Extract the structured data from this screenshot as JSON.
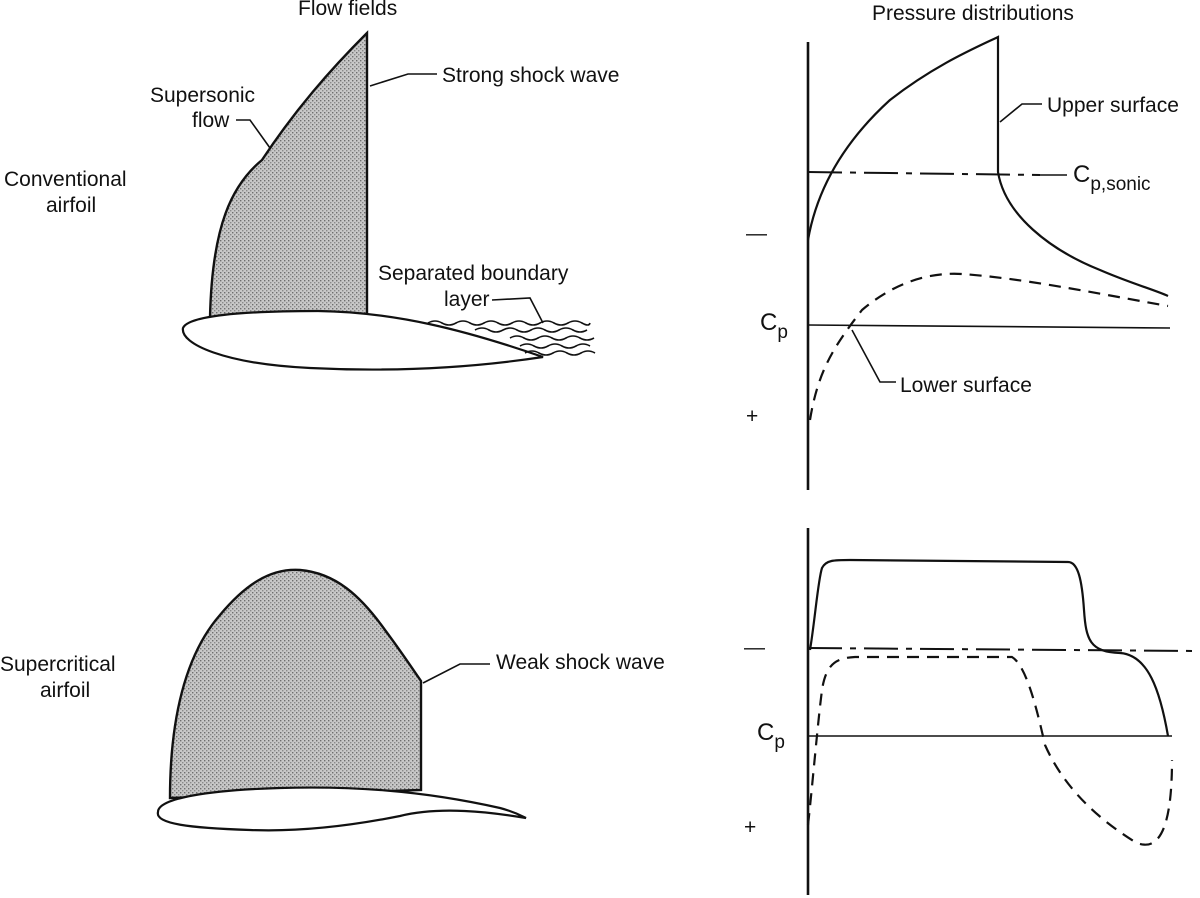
{
  "headers": {
    "flow_fields": "Flow fields",
    "pressure_distributions": "Pressure distributions"
  },
  "conventional": {
    "row_label_line1": "Conventional",
    "row_label_line2": "airfoil",
    "supersonic_line1": "Supersonic",
    "supersonic_line2": "flow",
    "strong_shock": "Strong shock wave",
    "separated_line1": "Separated boundary",
    "separated_line2": "layer",
    "upper_surface": "Upper surface",
    "cp_sonic_main": "C",
    "cp_sonic_sub": "p,sonic",
    "cp_main": "C",
    "cp_sub": "p",
    "minus": "—",
    "plus": "+",
    "lower_surface": "Lower surface"
  },
  "supercritical": {
    "row_label_line1": "Supercritical",
    "row_label_line2": "airfoil",
    "weak_shock": "Weak shock wave",
    "cp_main": "C",
    "cp_sub": "p",
    "minus": "—",
    "plus": "+"
  },
  "colors": {
    "ink": "#111111",
    "shading": "#b9b9b9",
    "background": "#ffffff"
  }
}
